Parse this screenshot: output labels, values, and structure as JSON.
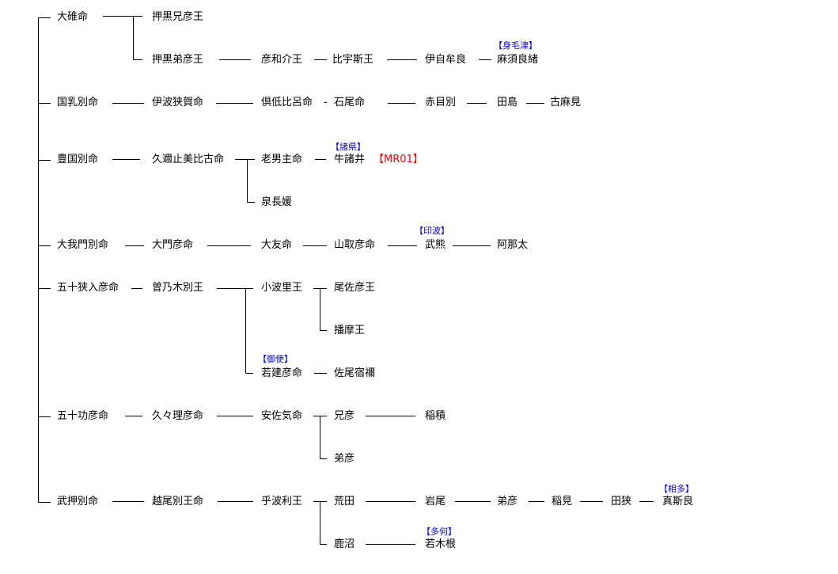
{
  "rows": {
    "r1": [
      "大碓命",
      "押黒兄彦王"
    ],
    "r2": [
      "押黒弟彦王",
      "彦和介王",
      "比宇斯王",
      "伊自牟良",
      "麻須良緒"
    ],
    "r2_label": "【身毛津】",
    "r3": [
      "国乳別命",
      "伊波狭賀命",
      "倶低比呂命",
      "-",
      "石尾命",
      "赤目別",
      "田島",
      "古麻見"
    ],
    "r4": [
      "豊国別命",
      "久邇止美比古命",
      "老男主命",
      "牛諸井",
      "【MR01】"
    ],
    "r4_label": "【諸県】",
    "r5": [
      "泉長媛"
    ],
    "r6": [
      "大我門別命",
      "大門彦命",
      "大友命",
      "山取彦命",
      "武熊",
      "阿那太"
    ],
    "r6_label": "【印波】",
    "r7": [
      "五十狭入彦命",
      "曽乃木別王",
      "小波里王",
      "尾佐彦王"
    ],
    "r8": [
      "播摩王"
    ],
    "r9": [
      "若建彦命",
      "佐尾宿禰"
    ],
    "r9_label": "【御使】",
    "r10": [
      "五十功彦命",
      "久々理彦命",
      "安佐気命",
      "兄彦",
      "稲積"
    ],
    "r11": [
      "弟彦"
    ],
    "r12": [
      "武押別命",
      "越尾別王命",
      "乎波利王",
      "荒田",
      "岩尾",
      "弟彦",
      "稲見",
      "田狭",
      "真斯良"
    ],
    "r12_label": "【相多】",
    "r13": [
      "鹿沼",
      "若木根"
    ],
    "r13_label": "【多何】"
  },
  "colors": {
    "annotation": "#0000ee",
    "code": "#ff0000",
    "line": "#000000"
  }
}
